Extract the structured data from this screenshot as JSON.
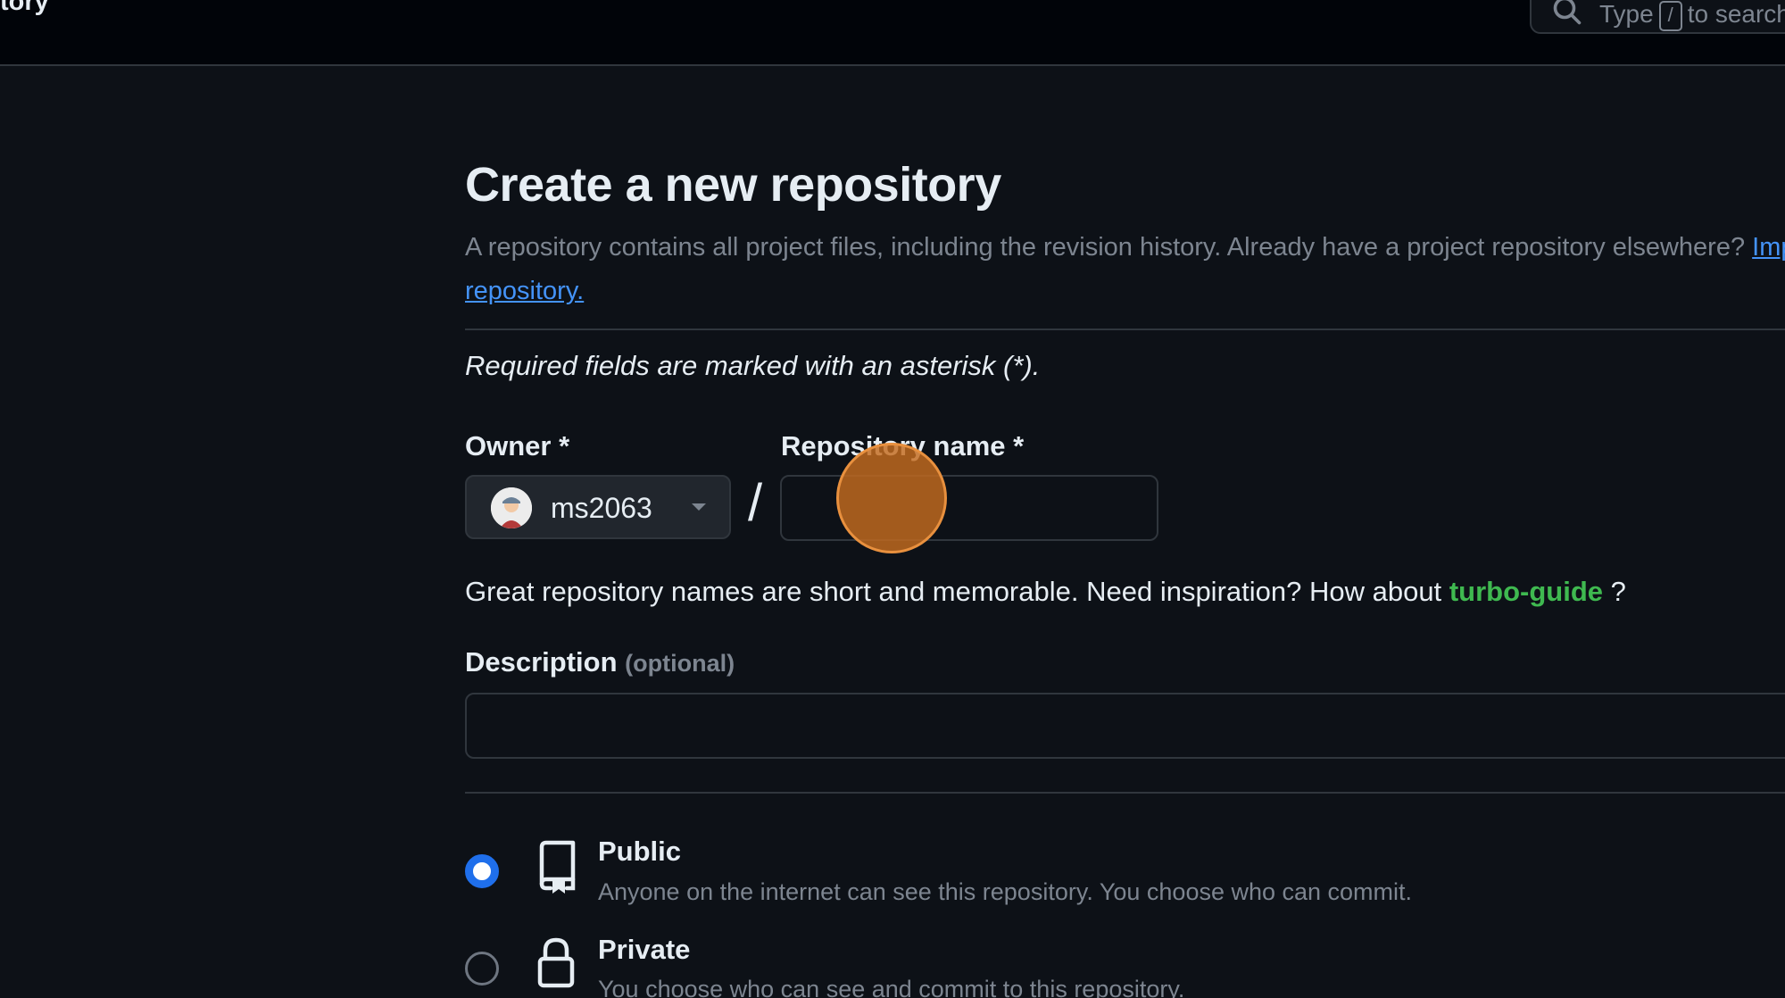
{
  "header": {
    "title_fragment": "tory",
    "search": {
      "prefix": "Type",
      "key": "/",
      "suffix": "to search"
    }
  },
  "page": {
    "heading": "Create a new repository",
    "intro_text": "A repository contains all project files, including the revision history. Already have a project repository elsewhere?",
    "import_link": "Import a repository.",
    "required_note": "Required fields are marked with an asterisk (*)."
  },
  "form": {
    "owner_label": "Owner *",
    "owner_value": "ms2063",
    "separator": "/",
    "repo_name_label": "Repository name *",
    "repo_name_value": "",
    "hint_prefix": "Great repository names are short and memorable. Need inspiration? How about",
    "hint_suggestion": "turbo-guide",
    "hint_suffix": "?",
    "description_label": "Description",
    "description_optional": "(optional)",
    "description_value": ""
  },
  "visibility": {
    "selected": "public",
    "options": [
      {
        "title": "Public",
        "desc": "Anyone on the internet can see this repository. You choose who can commit.",
        "icon": "repo-icon"
      },
      {
        "title": "Private",
        "desc": "You choose who can see and commit to this repository.",
        "icon": "lock-icon"
      }
    ]
  },
  "colors": {
    "background": "#0d1117",
    "link": "#4493f8",
    "suggestion": "#3fb950",
    "radio_accent": "#1f6feb",
    "click_indicator": "#c46b1e"
  }
}
